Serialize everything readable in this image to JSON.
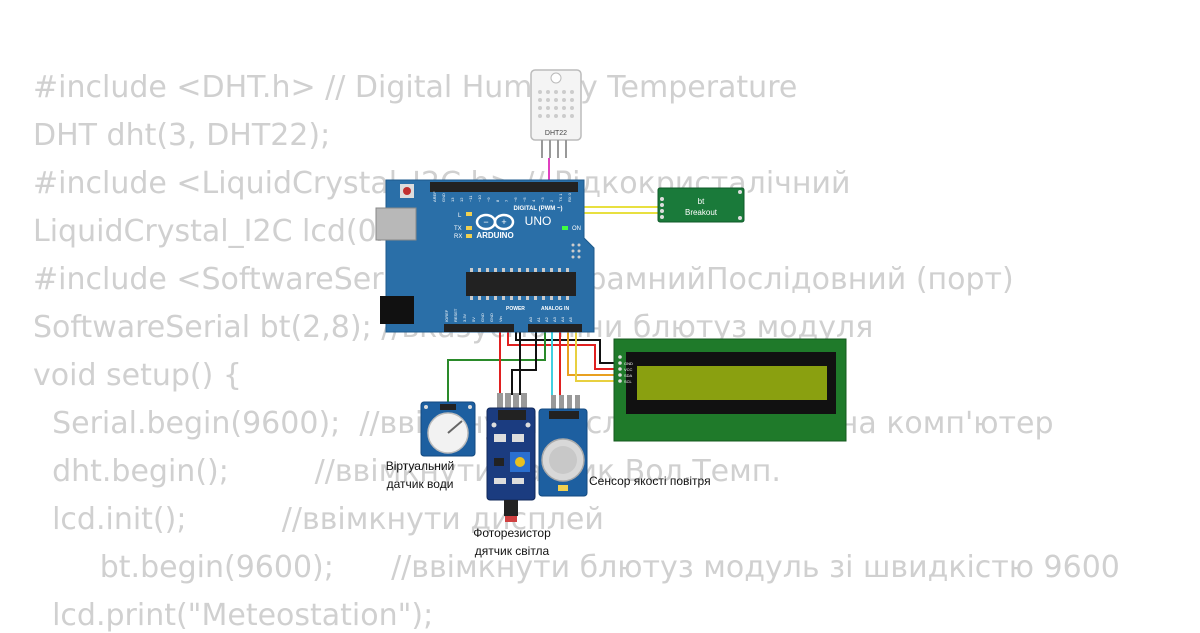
{
  "code_lines": [
    "#include <DHT.h> // Digital Humidity Temperature",
    "DHT dht(3, DHT22);",
    "#include <LiquidCrystal_I2C.h> // Рідкокристалічний",
    "LiquidCrystal_I2C lcd(0x27,",
    "#include <SoftwareSerial.h> // ПрограмнийПослідовний (порт)",
    "SoftwareSerial bt(2,8); //вказуємо піни блютуз модуля",
    "void setup() {",
    "  Serial.begin(9600);  //ввімкнути послідовний порт на комп'ютер",
    "  dht.begin();         //ввімкнути датчик Вол.Темп.",
    "  lcd.init();          //ввімкнути дисплей",
    "       bt.begin(9600);      //ввімкнути блютуз модуль зі швидкістю 9600",
    "  lcd.print(\"Meteostation\");"
  ],
  "dht": {
    "label": "DHT22"
  },
  "arduino": {
    "brand": "ARDUINO",
    "model": "UNO",
    "digital_header": "DIGITAL (PWM ~)",
    "analog_header": "ANALOG IN",
    "power_header": "POWER",
    "on_label": "ON",
    "l_label": "L",
    "tx_label": "TX",
    "rx_label": "RX",
    "digital_pins": [
      "AREF",
      "GND",
      "13",
      "12",
      "~11",
      "~10",
      "~9",
      "8",
      "7",
      "~6",
      "~5",
      "4",
      "~3",
      "2",
      "TX 1",
      "RX 0"
    ],
    "power_pins": [
      "IOREF",
      "RESET",
      "3.3V",
      "5V",
      "GND",
      "GND",
      "Vin"
    ],
    "analog_pins": [
      "A0",
      "A1",
      "A2",
      "A3",
      "A4",
      "A5"
    ]
  },
  "bt": {
    "line1": "bt",
    "line2": "Breakout"
  },
  "lcd": {
    "pins": [
      "GND",
      "VCC",
      "SDA",
      "SCL"
    ]
  },
  "labels": {
    "water1": "Віртуальний",
    "water2": "датчик води",
    "photo1": "Фоторезистор",
    "photo2": "дятчик світла",
    "air": "Сенсор якості повітря"
  },
  "colors": {
    "board": "#2a6fa8",
    "bt_green": "#1a7a3a",
    "lcd_frame": "#1f7a2a",
    "lcd_screen": "#8aa010",
    "wire_magenta": "#e040c0",
    "wire_yellow": "#e8e040"
  }
}
